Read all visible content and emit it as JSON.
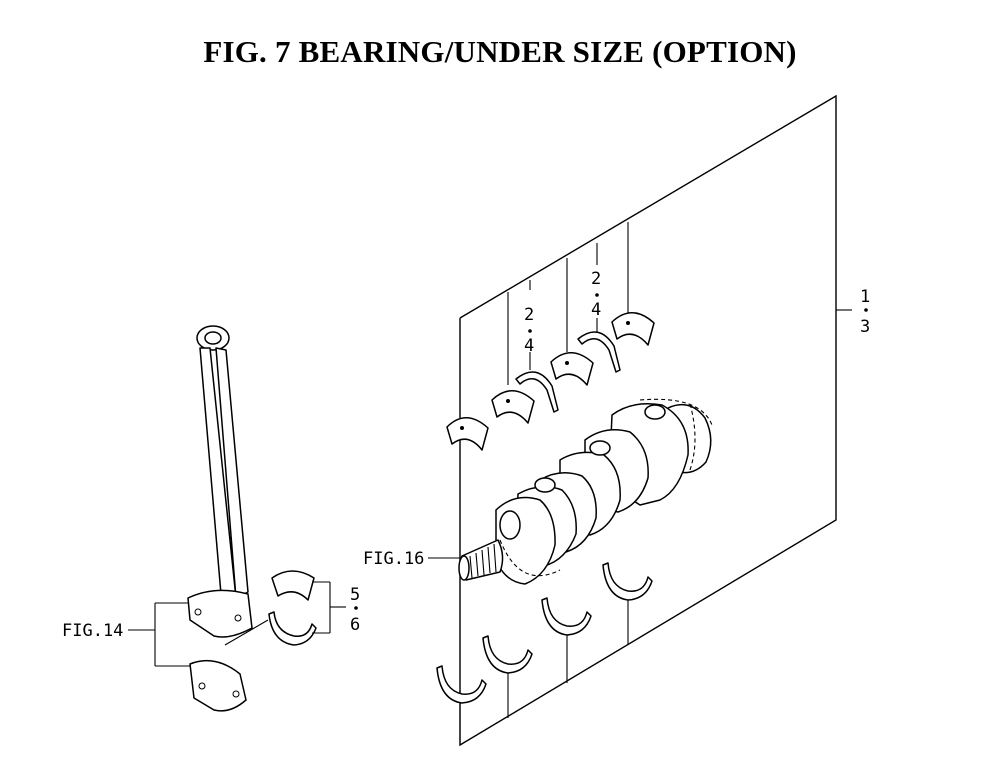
{
  "title": "FIG.  7  BEARING/UNDER SIZE (OPTION)",
  "labels": {
    "ref_1": "1",
    "ref_3": "3",
    "ref_2a": "2",
    "ref_4a": "4",
    "ref_2b": "2",
    "ref_4b": "4",
    "ref_5": "5",
    "ref_6": "6",
    "fig16": "FIG.16",
    "fig14": "FIG.14"
  }
}
